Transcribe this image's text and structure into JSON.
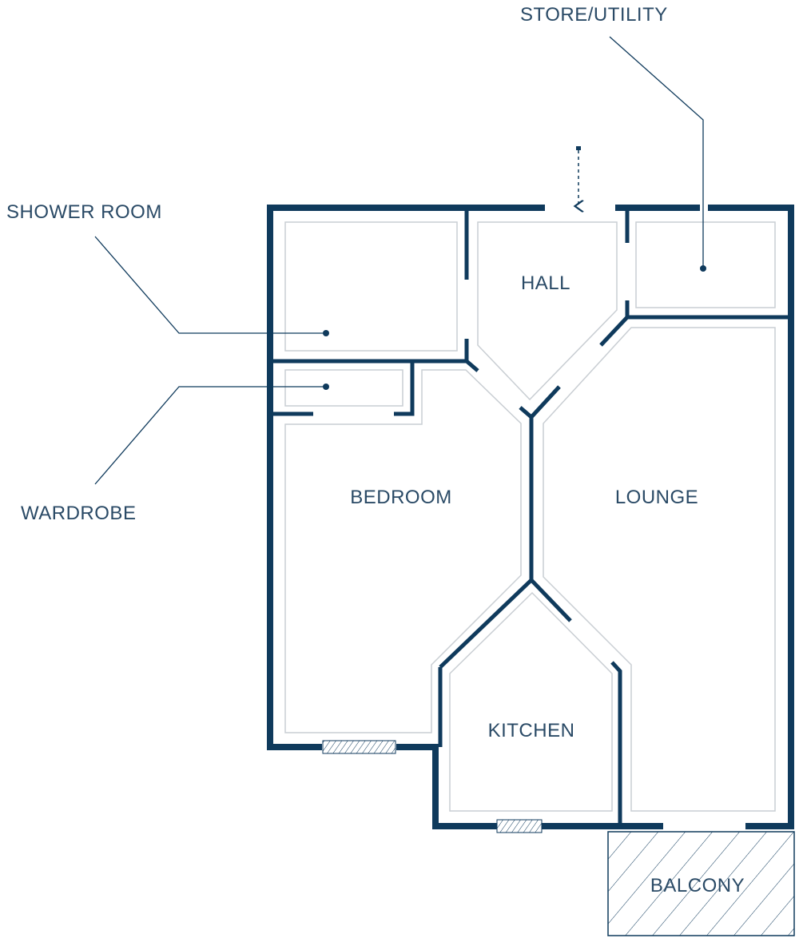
{
  "plan": {
    "rooms": {
      "hall": "HALL",
      "bedroom": "BEDROOM",
      "lounge": "LOUNGE",
      "kitchen": "KITCHEN",
      "balcony": "BALCONY"
    },
    "callouts": {
      "store_utility": "STORE/UTILITY",
      "shower_room": "SHOWER ROOM",
      "wardrobe": "WARDROBE"
    },
    "colors": {
      "wall": "#0f3a5c",
      "inner_line": "#c9ced3",
      "label": "#2a4a66"
    }
  }
}
